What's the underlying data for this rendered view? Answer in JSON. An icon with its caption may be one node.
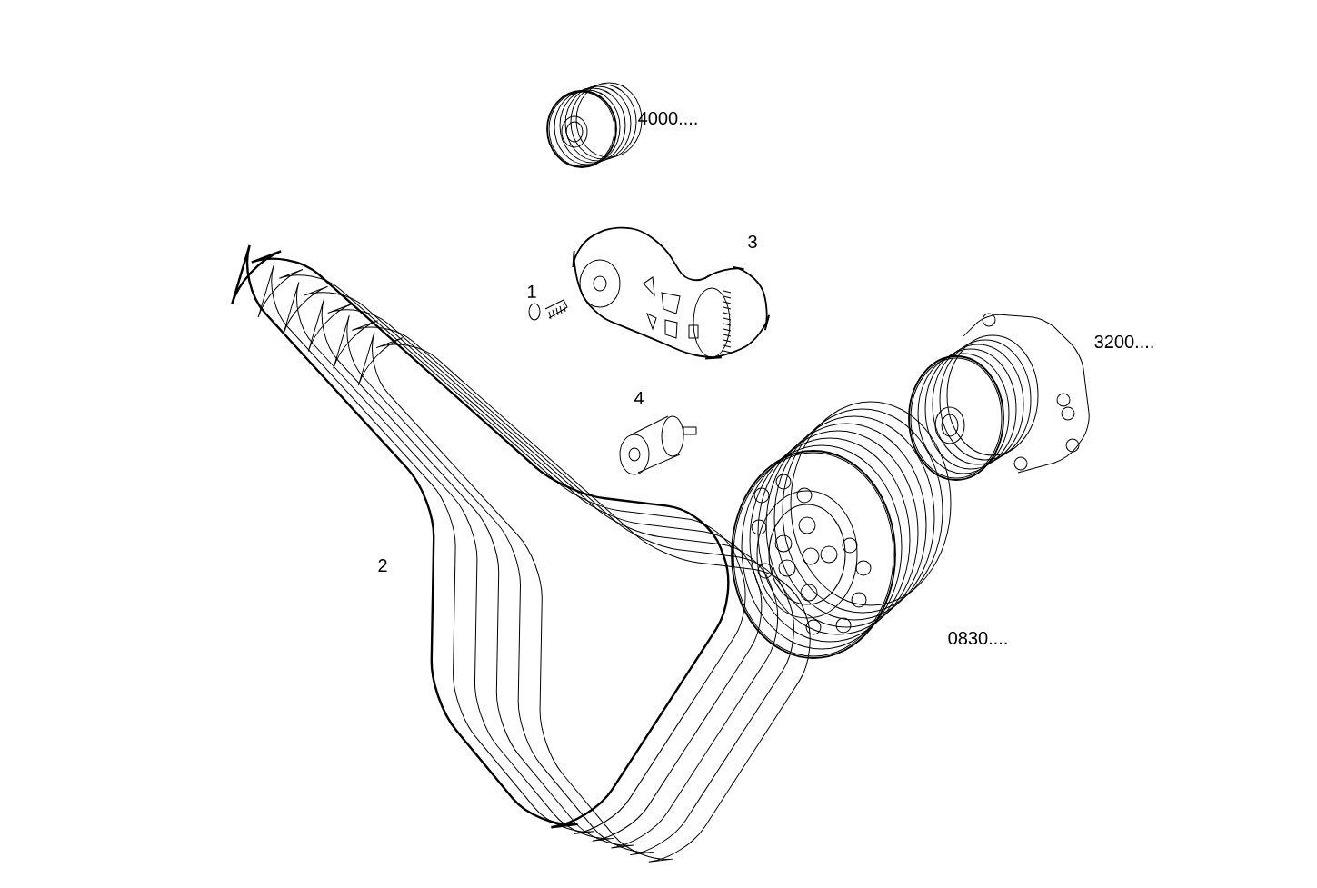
{
  "diagram": {
    "labels": [
      "4000....",
      "3",
      "1",
      "3200....",
      "4",
      "2",
      "0830...."
    ]
  }
}
